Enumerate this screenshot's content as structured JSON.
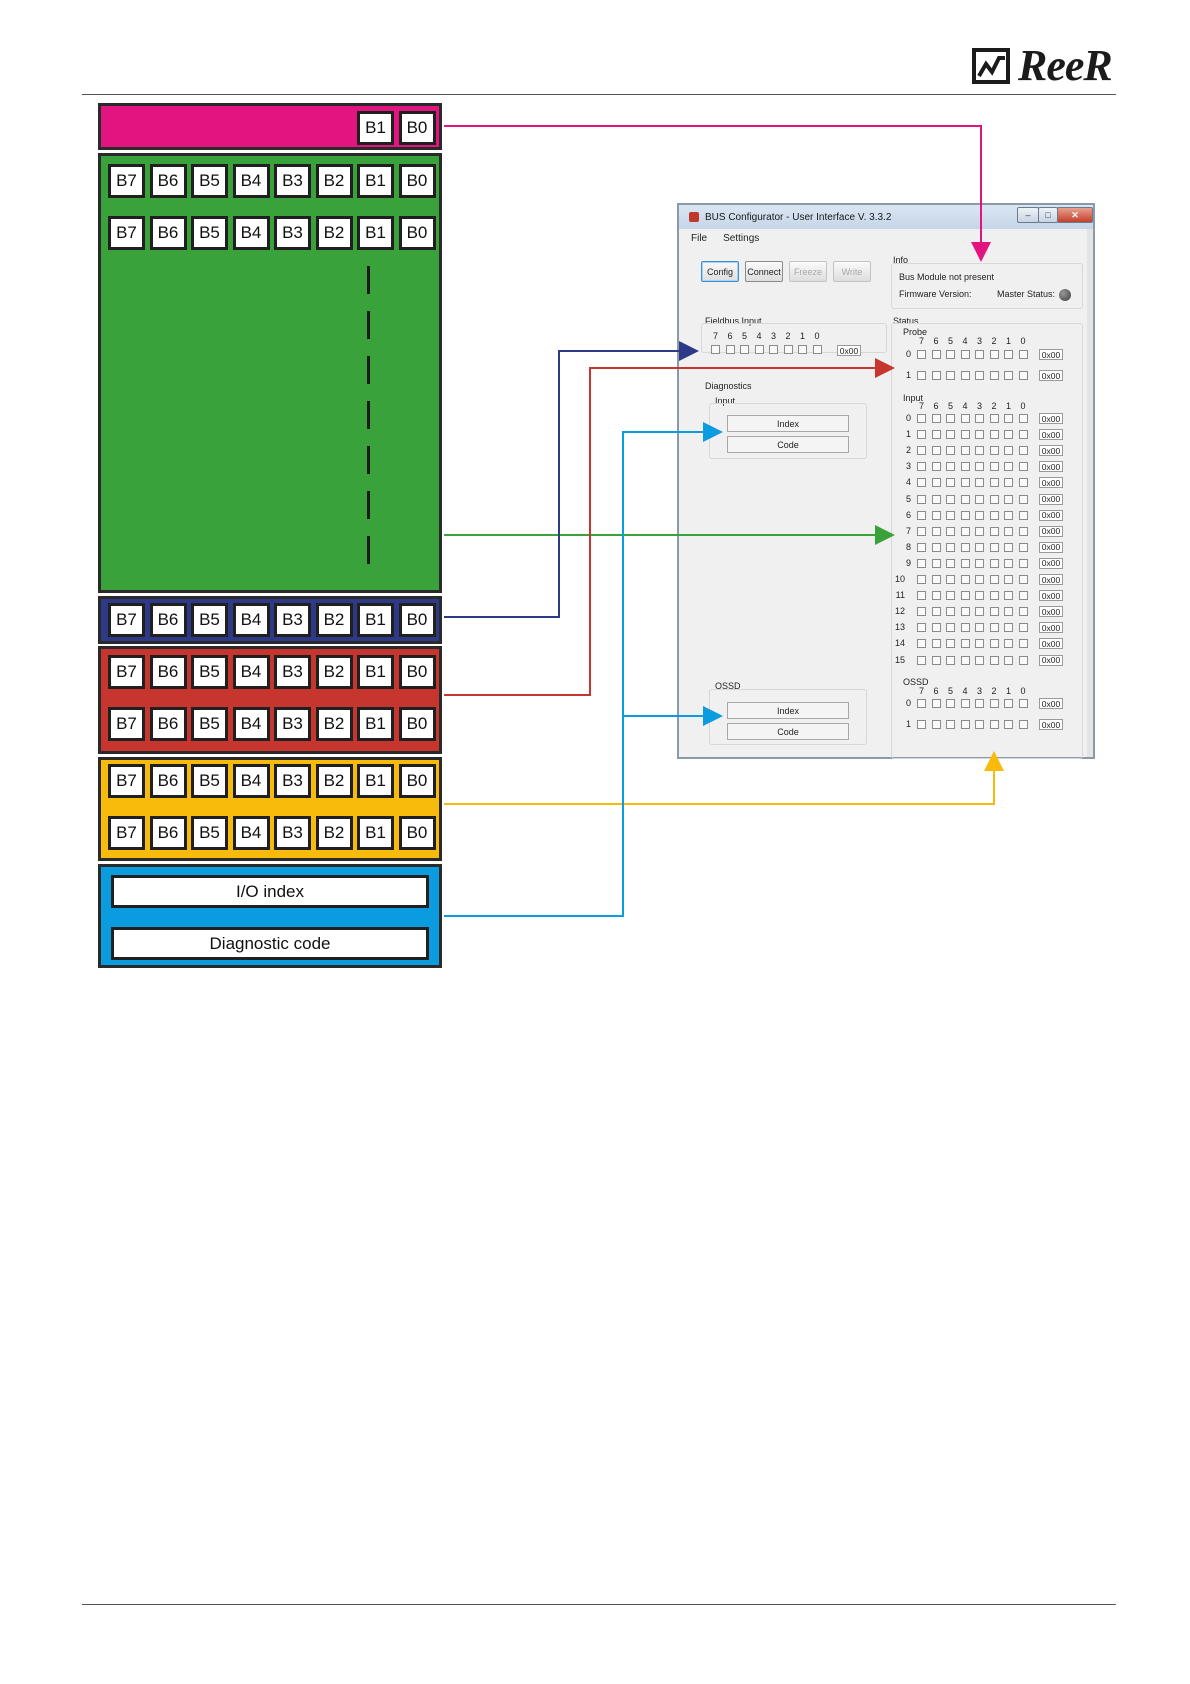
{
  "logo": {
    "text": "ReeR",
    "icon": "reer-logo-icon"
  },
  "colors": {
    "magenta": "#e2147f",
    "green": "#3aa23a",
    "navy": "#2e3a87",
    "red": "#c7352f",
    "yellow": "#f8bb0b",
    "cyan": "#0b9ce0"
  },
  "bits": [
    "B7",
    "B6",
    "B5",
    "B4",
    "B3",
    "B2",
    "B1",
    "B0"
  ],
  "magenta_bits": [
    "B1",
    "B0"
  ],
  "diag_fields": {
    "io_index": "I/O index",
    "diag_code": "Diagnostic code"
  },
  "window": {
    "title": "BUS Configurator - User Interface  V. 3.3.2",
    "menu": [
      "File",
      "Settings"
    ],
    "toolbar": [
      "Config",
      "Connect",
      "Freeze",
      "Write"
    ],
    "info": {
      "label": "Info",
      "bus_status": "Bus Module not present",
      "firmware_label": "Firmware Version:",
      "master_label": "Master Status:"
    },
    "fieldbus": {
      "label": "Fieldbus Input",
      "bit_header": [
        "7",
        "6",
        "5",
        "4",
        "3",
        "2",
        "1",
        "0"
      ],
      "value": "0x00"
    },
    "status": {
      "label": "Status"
    },
    "probe": {
      "label": "Probe",
      "rows": [
        "0",
        "1"
      ],
      "values": [
        "0x00",
        "0x00"
      ]
    },
    "input": {
      "label": "Input",
      "rows": [
        "0",
        "1",
        "2",
        "3",
        "4",
        "5",
        "6",
        "7",
        "8",
        "9",
        "10",
        "11",
        "12",
        "13",
        "14",
        "15"
      ],
      "value": "0x00"
    },
    "diagnostics": {
      "label": "Diagnostics",
      "input_label": "Input",
      "index": "Index",
      "code": "Code"
    },
    "ossd_left": {
      "label": "OSSD",
      "index": "Index",
      "code": "Code"
    },
    "ossd_right": {
      "label": "OSSD",
      "rows": [
        "0",
        "1"
      ],
      "values": [
        "0x00",
        "0x00"
      ]
    }
  }
}
